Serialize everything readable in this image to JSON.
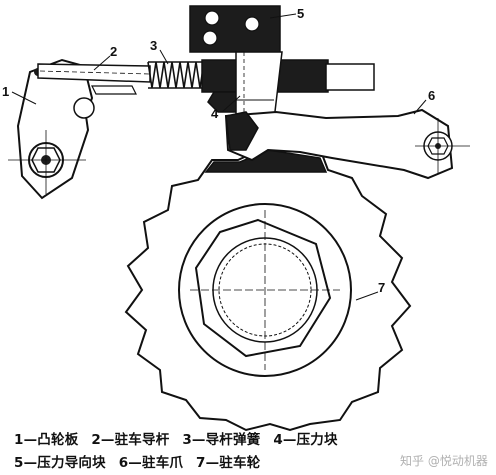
{
  "callouts": [
    "1",
    "2",
    "3",
    "4",
    "5",
    "6",
    "7"
  ],
  "legend": {
    "row1": [
      "1—凸轮板",
      "2—驻车导杆",
      "3—导杆弹簧",
      "4—压力块"
    ],
    "row2": [
      "5—压力导向块",
      "6—驻车爪",
      "7—驻车轮"
    ]
  },
  "watermark": "知乎 @悦动机器",
  "colors": {
    "ink": "#111111",
    "fill_dark": "#1c1c1c",
    "paper": "#ffffff"
  }
}
